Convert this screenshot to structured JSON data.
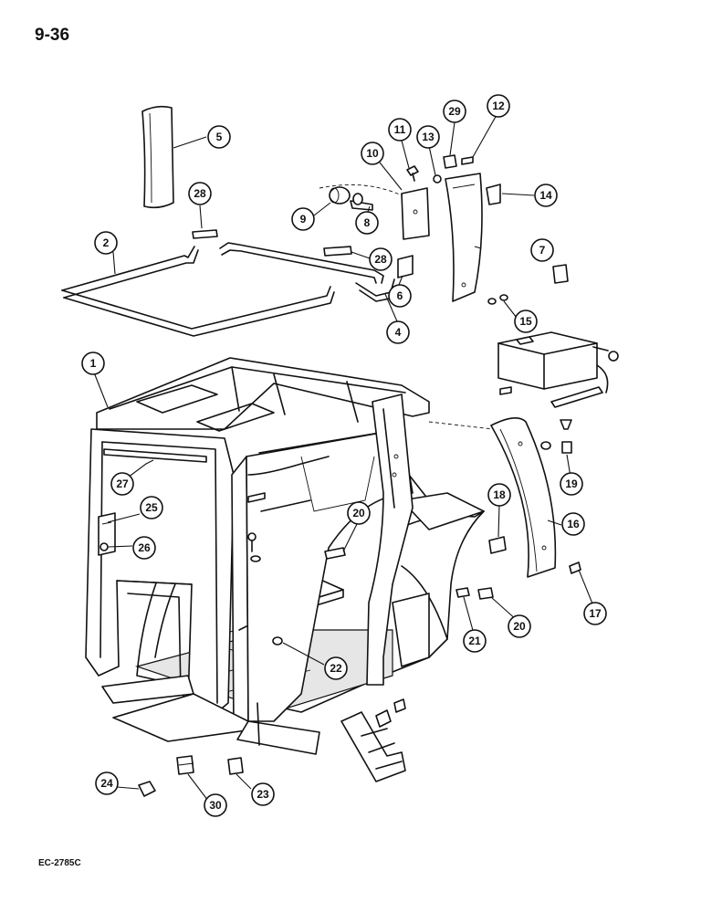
{
  "page_number": "9-36",
  "reference_code": "EC-2785C",
  "callouts": [
    {
      "id": "c1",
      "label": "1"
    },
    {
      "id": "c2",
      "label": "2"
    },
    {
      "id": "c4",
      "label": "4"
    },
    {
      "id": "c5",
      "label": "5"
    },
    {
      "id": "c6",
      "label": "6"
    },
    {
      "id": "c7",
      "label": "7"
    },
    {
      "id": "c8",
      "label": "8"
    },
    {
      "id": "c9",
      "label": "9"
    },
    {
      "id": "c10",
      "label": "10"
    },
    {
      "id": "c11",
      "label": "11"
    },
    {
      "id": "c12",
      "label": "12"
    },
    {
      "id": "c13",
      "label": "13"
    },
    {
      "id": "c14",
      "label": "14"
    },
    {
      "id": "c15",
      "label": "15"
    },
    {
      "id": "c16",
      "label": "16"
    },
    {
      "id": "c17",
      "label": "17"
    },
    {
      "id": "c18",
      "label": "18"
    },
    {
      "id": "c19",
      "label": "19"
    },
    {
      "id": "c20a",
      "label": "20"
    },
    {
      "id": "c20b",
      "label": "20"
    },
    {
      "id": "c21",
      "label": "21"
    },
    {
      "id": "c22",
      "label": "22"
    },
    {
      "id": "c23",
      "label": "23"
    },
    {
      "id": "c24",
      "label": "24"
    },
    {
      "id": "c25",
      "label": "25"
    },
    {
      "id": "c26",
      "label": "26"
    },
    {
      "id": "c27",
      "label": "27"
    },
    {
      "id": "c28a",
      "label": "28"
    },
    {
      "id": "c28b",
      "label": "28"
    },
    {
      "id": "c29",
      "label": "29"
    },
    {
      "id": "c30",
      "label": "30"
    }
  ]
}
